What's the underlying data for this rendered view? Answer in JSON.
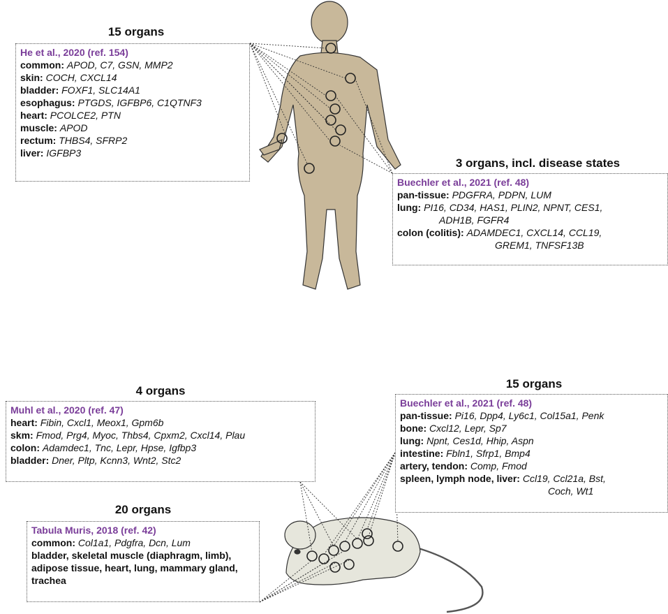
{
  "human": {
    "left": {
      "title": "15 organs",
      "ref": "He et al., 2020 (ref. 154)",
      "rows": [
        {
          "k": "common:",
          "v": "APOD, C7, GSN, MMP2"
        },
        {
          "k": "skin:",
          "v": "COCH, CXCL14"
        },
        {
          "k": "bladder:",
          "v": "FOXF1, SLC14A1"
        },
        {
          "k": "esophagus:",
          "v": "PTGDS, IGFBP6, C1QTNF3"
        },
        {
          "k": "heart:",
          "v": "PCOLCE2, PTN"
        },
        {
          "k": "muscle:",
          "v": "APOD"
        },
        {
          "k": "rectum:",
          "v": "THBS4, SFRP2"
        },
        {
          "k": "liver:",
          "v": "IGFBP3"
        }
      ]
    },
    "right": {
      "title": "3 organs, incl. disease states",
      "ref": "Buechler et al., 2021 (ref. 48)",
      "rows": [
        {
          "k": "pan-tissue:",
          "v": "PDGFRA, PDPN, LUM"
        },
        {
          "k": "lung:",
          "v": "PI16, CD34, HAS1, PLIN2, NPNT, CES1,",
          "cont": "ADH1B, FGFR4"
        },
        {
          "k": "colon (colitis):",
          "v": "ADAMDEC1, CXCL14, CCL19,",
          "cont": "GREM1, TNFSF13B"
        }
      ]
    }
  },
  "mouse": {
    "muhl": {
      "title": "4 organs",
      "ref": "Muhl et al., 2020 (ref. 47)",
      "rows": [
        {
          "k": "heart:",
          "v": "Fibin, Cxcl1, Meox1, Gpm6b"
        },
        {
          "k": "skm:",
          "v": "Fmod, Prg4, Myoc, Thbs4, Cpxm2, Cxcl14, Plau"
        },
        {
          "k": "colon:",
          "v": "Adamdec1, Tnc, Lepr, Hpse, Igfbp3"
        },
        {
          "k": "bladder:",
          "v": "Dner, Pltp, Kcnn3, Wnt2, Stc2"
        }
      ]
    },
    "tabula": {
      "title": "20 organs",
      "ref": "Tabula Muris, 2018 (ref. 42)",
      "common_k": "common:",
      "common_v": "Col1a1, Pdgfra, Dcn, Lum",
      "organs": "bladder, skeletal muscle (diaphragm, limb), adipose tissue, heart, lung, mammary gland, trachea"
    },
    "buechler": {
      "title": "15 organs",
      "ref": "Buechler et al., 2021 (ref. 48)",
      "rows": [
        {
          "k": "pan-tissue:",
          "v": "Pi16, Dpp4, Ly6c1, Col15a1, Penk"
        },
        {
          "k": "bone:",
          "v": "Cxcl12, Lepr, Sp7"
        },
        {
          "k": "lung:",
          "v": "Npnt, Ces1d, Hhip, Aspn"
        },
        {
          "k": "intestine:",
          "v": "Fbln1, Sfrp1, Bmp4"
        },
        {
          "k": "artery, tendon:",
          "v": "Comp, Fmod"
        },
        {
          "k": "spleen, lymph node, liver:",
          "v": "Ccl19, Ccl21a, Bst,",
          "cont": "Coch, Wt1"
        }
      ]
    }
  },
  "colors": {
    "ref": "#7a3d99",
    "body_fill": "#c8b89a",
    "mouse_fill": "#e6e6dc"
  }
}
